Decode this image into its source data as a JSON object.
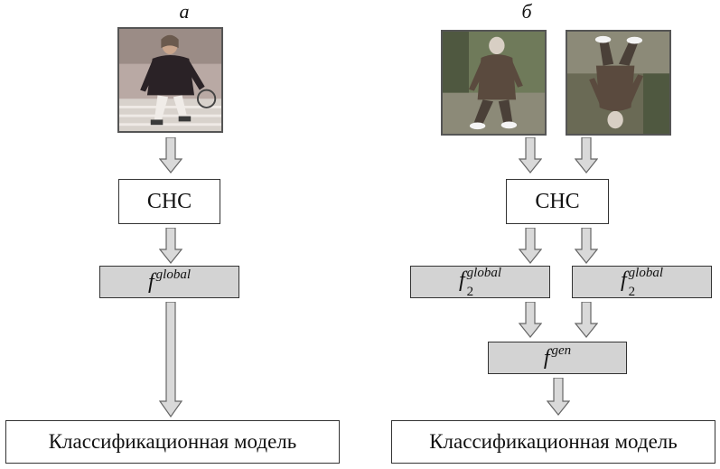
{
  "panels": {
    "a": {
      "label": "a",
      "cnn_label": "СНС",
      "feature": {
        "base": "f",
        "superscript": "global"
      },
      "classifier_label": "Классификационная модель"
    },
    "b": {
      "label": "б",
      "cnn_label": "СНС",
      "feature_left": {
        "base": "f",
        "subscript": "2",
        "superscript": "global"
      },
      "feature_right": {
        "base": "f",
        "subscript": "2",
        "superscript": "global"
      },
      "combined": {
        "base": "f",
        "superscript": "gen"
      },
      "classifier_label": "Классификационная модель"
    }
  },
  "colors": {
    "arrow_fill": "#d9d9d9",
    "arrow_stroke": "#666666",
    "feature_box_fill": "#d3d3d3",
    "box_border": "#333333"
  }
}
